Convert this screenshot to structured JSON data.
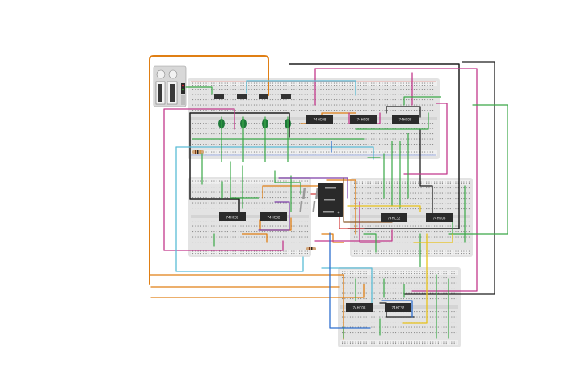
{
  "canvas": {
    "background": "#ffffff",
    "title": ""
  },
  "palette": {
    "board": "#e3e3e3",
    "hole": "#8c8c8c",
    "rail_red": "#d9534f",
    "rail_blue": "#4a6fd1",
    "chip": "#2b2b2b",
    "wire_orange": "#e07f14",
    "wire_green": "#3aa847",
    "wire_magenta": "#c2388c",
    "wire_cyan": "#5bbcd6",
    "wire_black": "#1f1f1f",
    "wire_yellow": "#e8c21a",
    "wire_blue": "#2e6fcf",
    "wire_brown": "#8a5a2b",
    "wire_purple": "#7d3fa8",
    "wire_red": "#d23a3a",
    "led_green": "#1f7a3a",
    "display_body": "#2a2a2a",
    "display_segment": "#9a9a9a"
  },
  "boards": [
    {
      "id": "bb-top",
      "name": "breadboard-top"
    },
    {
      "id": "bb-left",
      "name": "breadboard-bottom-left"
    },
    {
      "id": "bb-right",
      "name": "breadboard-bottom-right"
    },
    {
      "id": "bb-bottom",
      "name": "breadboard-bottom"
    }
  ],
  "chips": [
    {
      "id": "u1",
      "label": "74HC08"
    },
    {
      "id": "u2",
      "label": "74HC08"
    },
    {
      "id": "u3",
      "label": "74HC08"
    },
    {
      "id": "u4",
      "label": "74HC32"
    },
    {
      "id": "u5",
      "label": "74HC32"
    },
    {
      "id": "u6",
      "label": "74HC32"
    },
    {
      "id": "u7",
      "label": "74HC08"
    },
    {
      "id": "u8",
      "label": "74HC08"
    },
    {
      "id": "u9",
      "label": "74HC32"
    }
  ],
  "display": {
    "digit": "8"
  },
  "icons": {
    "power_supply": "power-supply-icon",
    "switch": "slide-switch-icon",
    "led": "led-icon",
    "resistor": "resistor-icon",
    "seven_segment": "seven-segment-display-icon"
  }
}
